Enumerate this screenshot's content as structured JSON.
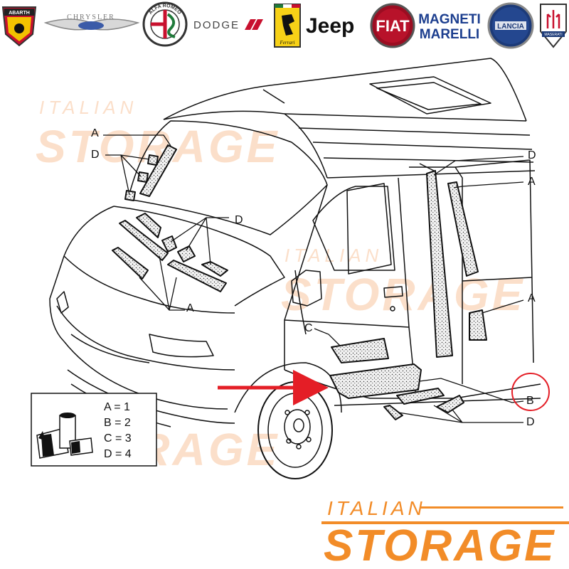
{
  "brands": [
    {
      "name": "abarth",
      "text": "ABARTH"
    },
    {
      "name": "chrysler",
      "text": "CHRYSLER"
    },
    {
      "name": "alfa-romeo",
      "text": "ALFA ROMEO"
    },
    {
      "name": "dodge",
      "text": "DODGE"
    },
    {
      "name": "ferrari",
      "text": "Ferrari"
    },
    {
      "name": "jeep",
      "text": "Jeep"
    },
    {
      "name": "fiat",
      "text": "FIAT"
    },
    {
      "name": "magneti-marelli",
      "text_line1": "MAGNETI",
      "text_line2": "MARELLI"
    },
    {
      "name": "lancia",
      "text": "LANCIA"
    },
    {
      "name": "maserati",
      "text": "MASERATI"
    }
  ],
  "callouts": {
    "windshield_a": "A",
    "windshield_d": "D",
    "hood_d": "D",
    "hood_a": "A",
    "pillar_d": "D",
    "pillar_a_top": "A",
    "pillar_a_mid": "A",
    "step_c": "C",
    "highlight_b": "B",
    "floor_d": "D"
  },
  "legend": {
    "items": [
      {
        "letter": "A",
        "text": "A = 1"
      },
      {
        "letter": "B",
        "text": "B = 2"
      },
      {
        "letter": "C",
        "text": "C = 3"
      },
      {
        "letter": "D",
        "text": "D = 4"
      }
    ]
  },
  "watermark": {
    "line1": "ITALIAN",
    "line2": "STORAGE"
  },
  "footer_logo": {
    "line1": "ITALIAN",
    "line2": "STORAGE"
  },
  "colors": {
    "brand_orange": "#f28c28",
    "watermark_orange": "#f5a66a",
    "arrow_red": "#e41e26",
    "line_black": "#111111"
  }
}
